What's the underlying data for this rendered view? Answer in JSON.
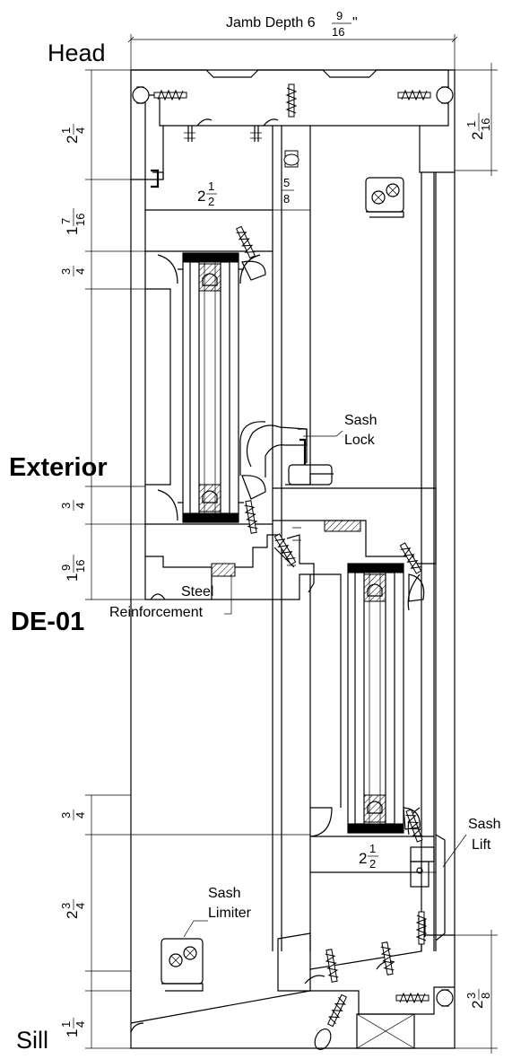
{
  "title": {
    "prefix": "Jamb Depth 6",
    "num": "9",
    "den": "16",
    "suffix": "\""
  },
  "labels": {
    "head": "Head",
    "sill": "Sill",
    "exterior": "Exterior",
    "detail_id": "DE-01",
    "sash_lock_1": "Sash",
    "sash_lock_2": "Lock",
    "steel_1": "Steel",
    "steel_2": "Reinforcement",
    "sash_lift_1": "Sash",
    "sash_lift_2": "Lift",
    "sash_limiter_1": "Sash",
    "sash_limiter_2": "Limiter"
  },
  "dims": {
    "d1": {
      "whole": "2",
      "num": "1",
      "den": "4"
    },
    "d2": {
      "whole": "1",
      "num": "7",
      "den": "16"
    },
    "d3": {
      "whole": "",
      "num": "3",
      "den": "4"
    },
    "d4": {
      "whole": "",
      "num": "3",
      "den": "4"
    },
    "d5": {
      "whole": "1",
      "num": "9",
      "den": "16"
    },
    "d6": {
      "whole": "",
      "num": "3",
      "den": "4"
    },
    "d7": {
      "whole": "2",
      "num": "3",
      "den": "4"
    },
    "d8": {
      "whole": "1",
      "num": "1",
      "den": "4"
    },
    "d9": {
      "whole": "2",
      "num": "1",
      "den": "16"
    },
    "d10": {
      "whole": "2",
      "num": "3",
      "den": "8"
    },
    "h1": {
      "whole": "2",
      "num": "1",
      "den": "2"
    },
    "h2": {
      "whole": "",
      "num": "5",
      "den": "8"
    },
    "h3": {
      "whole": "2",
      "num": "1",
      "den": "2"
    }
  }
}
